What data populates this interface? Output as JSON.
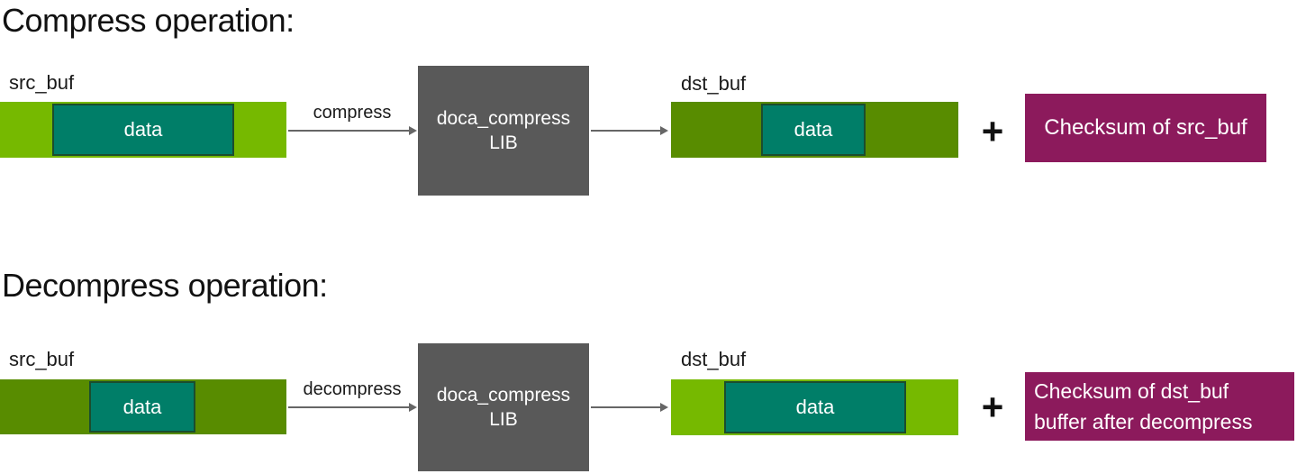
{
  "colors": {
    "light_green": "#76B900",
    "dark_green": "#588C00",
    "teal": "#007E68",
    "teal_border": "#1B4D2E",
    "gray_box": "#595959",
    "magenta": "#8C1A5C",
    "arrow": "#666666",
    "text_dark": "#111111",
    "text_light": "#FFFFFF"
  },
  "sections": {
    "compress": {
      "title": "Compress operation:",
      "src_buf_label": "src_buf",
      "data_label": "data",
      "operation_arrow_label": "compress",
      "lib_box": {
        "line1": "doca_compress",
        "line2": "LIB"
      },
      "dst_buf_label": "dst_buf",
      "dst_data_label": "data",
      "plus_sign": "+",
      "checksum_text": "Checksum of src_buf"
    },
    "decompress": {
      "title": "Decompress operation:",
      "src_buf_label": "src_buf",
      "data_label": "data",
      "operation_arrow_label": "decompress",
      "lib_box": {
        "line1": "doca_compress",
        "line2": "LIB"
      },
      "dst_buf_label": "dst_buf",
      "dst_data_label": "data",
      "plus_sign": "+",
      "checksum_text_line1": "Checksum of dst_buf",
      "checksum_text_line2": "buffer after decompress"
    }
  }
}
